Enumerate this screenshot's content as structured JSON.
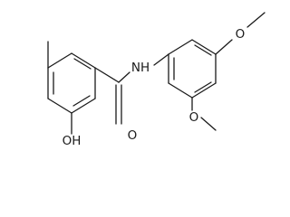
{
  "molecule": {
    "atom_labels": {
      "nh": "NH",
      "carbonyl_o": "O",
      "hydroxyl": "OH",
      "methoxy_top_o": "O",
      "methoxy_bottom_o": "O"
    }
  }
}
